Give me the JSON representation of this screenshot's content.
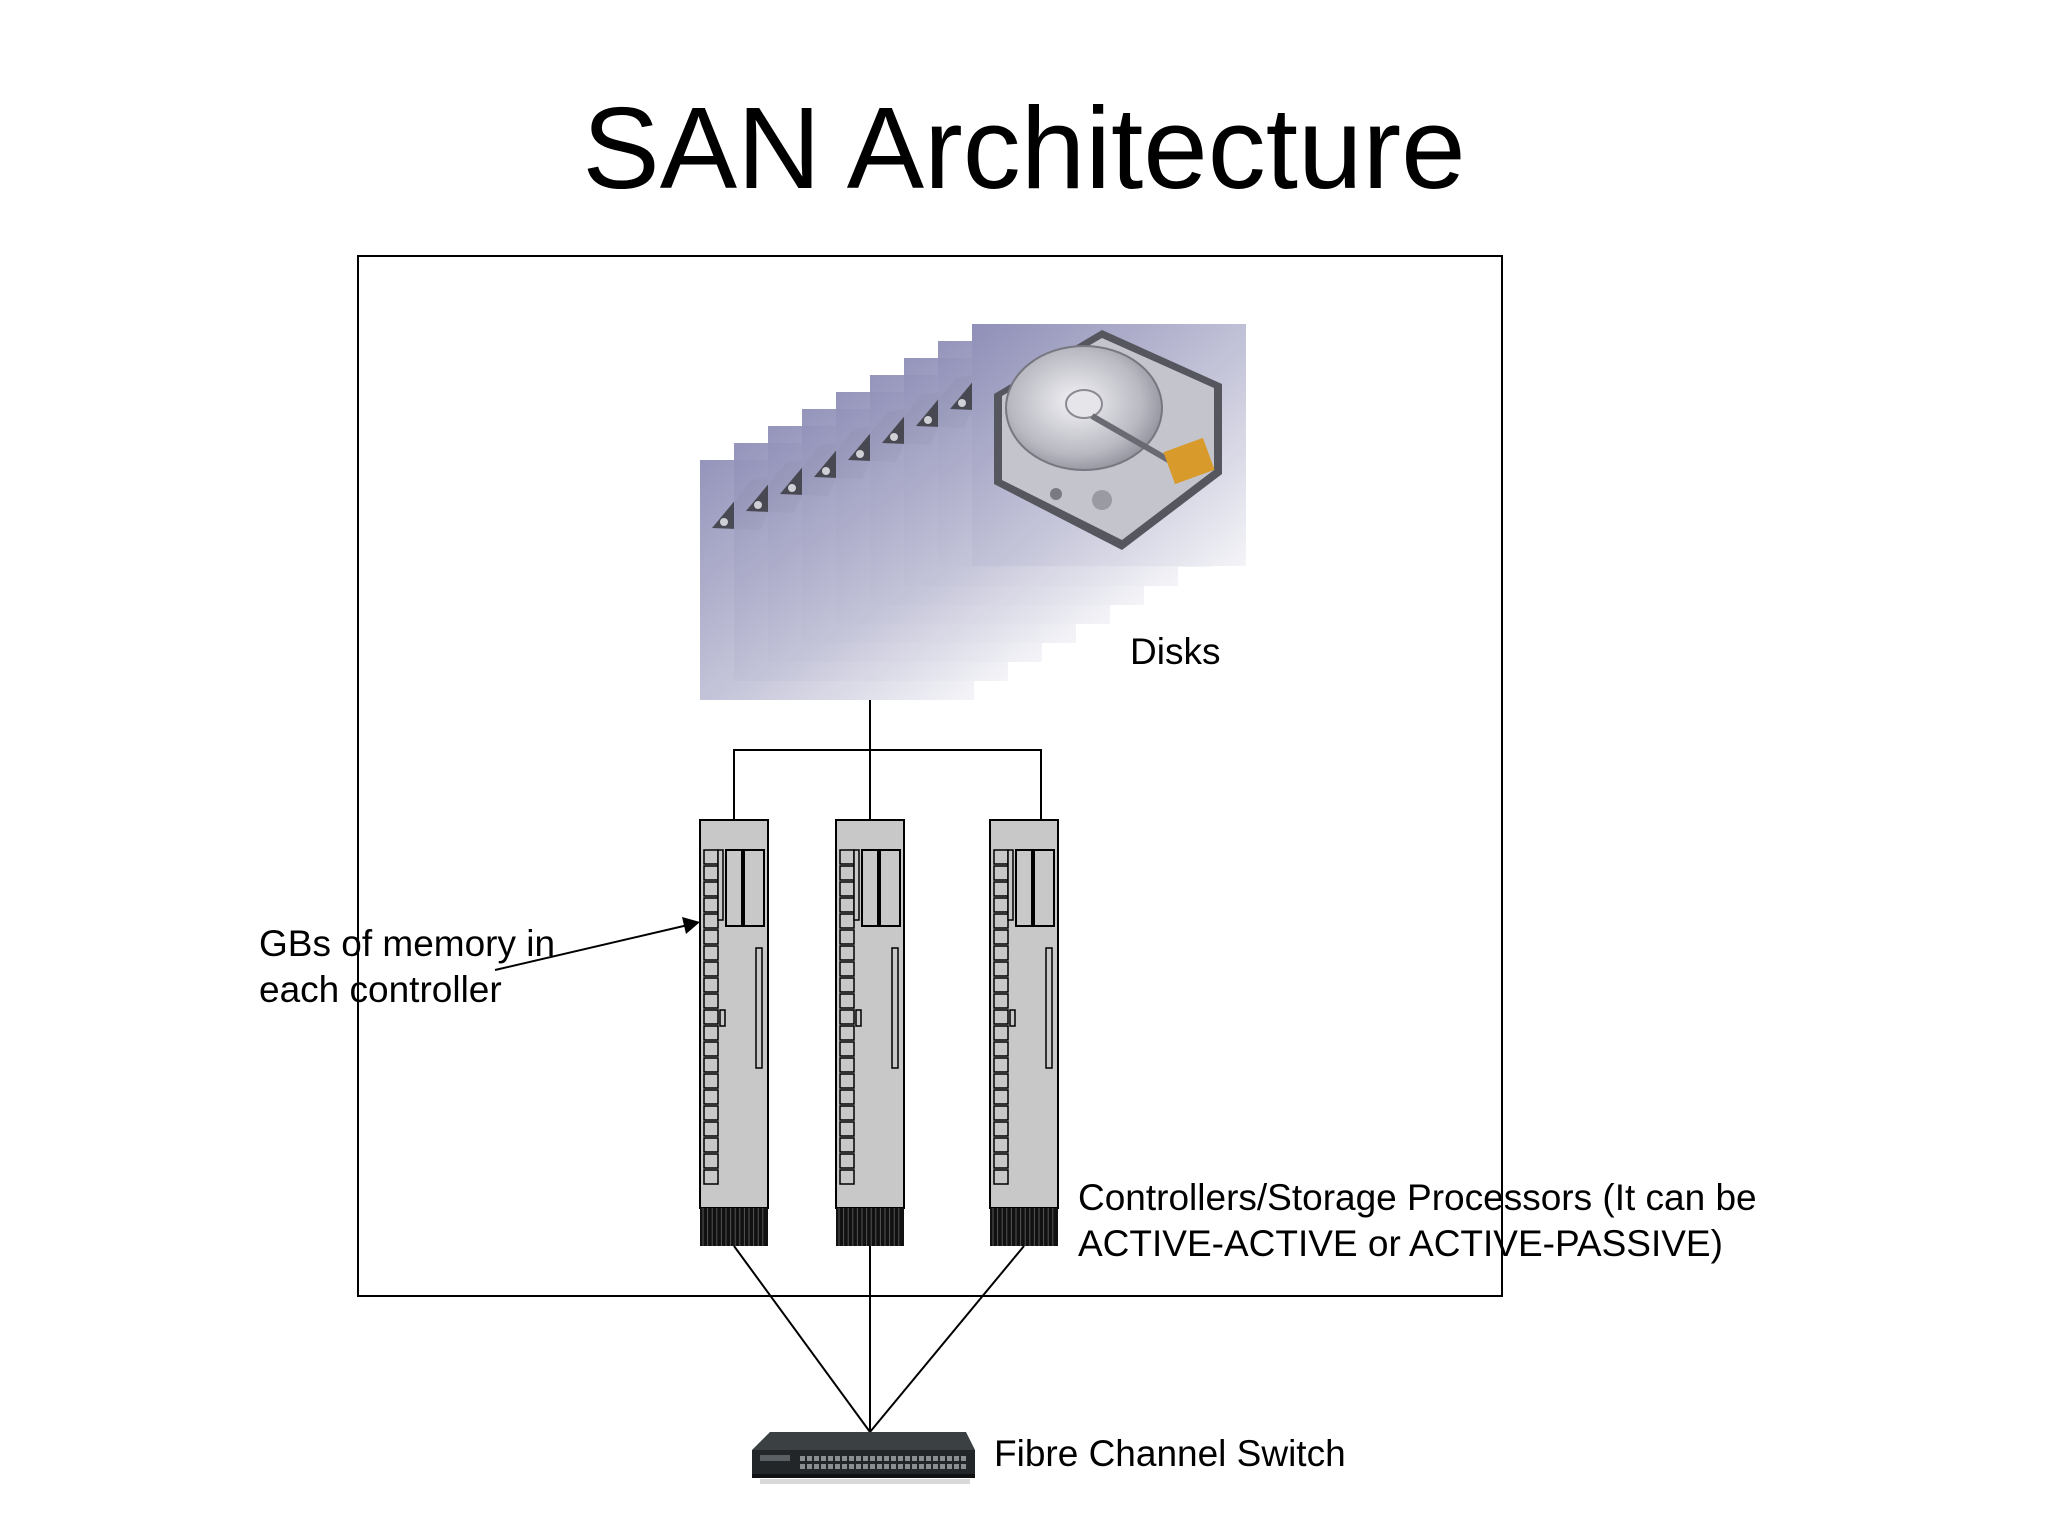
{
  "slide": {
    "title": "SAN Architecture"
  },
  "labels": {
    "disks": "Disks",
    "memory_line1": "GBs of memory in",
    "memory_line2": "each controller",
    "controllers_line1": "Controllers/Storage Processors (It can be",
    "controllers_line2": "ACTIVE-ACTIVE or ACTIVE-PASSIVE)",
    "switch": "Fibre Channel Switch"
  },
  "colors": {
    "controller_fill": "#c8c8c8",
    "disk_platter": "#b4b4bc",
    "disk_background": "#a8a8c4",
    "switch_body": "#2a2e30",
    "lines": "#000000"
  },
  "icons": {
    "disk": "hard-disk-icon",
    "controller": "storage-controller-icon",
    "switch": "network-switch-icon"
  }
}
